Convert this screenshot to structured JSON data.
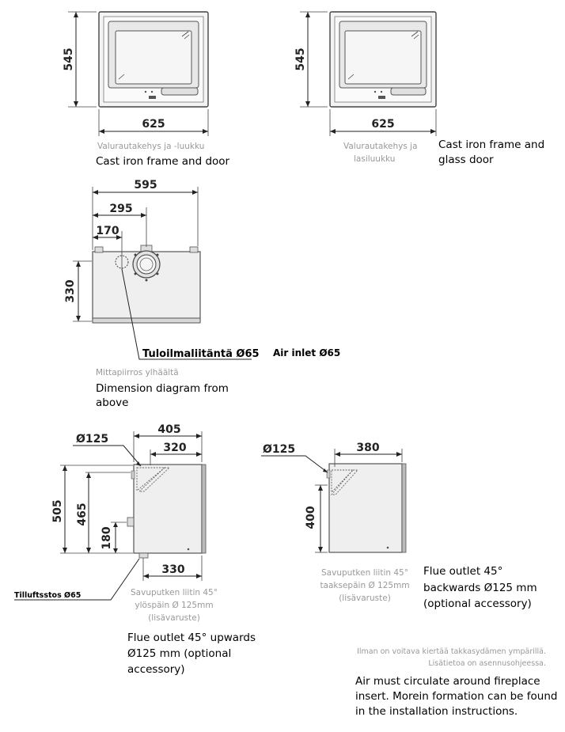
{
  "front_views": [
    {
      "width": "625",
      "height": "545",
      "caption_fi": "Valurautakehys ja -luukku",
      "caption_en": "Cast iron frame and door"
    },
    {
      "width": "625",
      "height": "545",
      "caption_fi_line1": "Valurautakehys ja",
      "caption_fi_line2": "lasiluukku",
      "caption_en_line1": "Cast iron frame and",
      "caption_en_line2": "glass door"
    }
  ],
  "top_view": {
    "dim_total": "595",
    "dim_middle": "295",
    "dim_left": "170",
    "dim_depth": "330",
    "air_inlet_fi": "Tuloilmaliitäntä Ø65",
    "air_inlet_en": "Air inlet Ø65",
    "caption_fi": "Mittapiirros ylhäältä",
    "caption_en_line1": "Dimension diagram from",
    "caption_en_line2": "above"
  },
  "side_view_upwards": {
    "flue_diameter": "Ø125",
    "dim_depth_total": "405",
    "dim_depth_inner": "320",
    "dim_height_total": "505",
    "dim_height_flue": "465",
    "dim_height_inlet": "180",
    "dim_bottom": "330",
    "inlet_label_sv": "Tilluftsstos Ø65",
    "caption_fi_line1": "Savuputken liitin 45°",
    "caption_fi_line2": "ylöspäin Ø 125mm",
    "caption_fi_line3": "(lisävaruste)",
    "caption_en_line1": "Flue outlet 45° upwards",
    "caption_en_line2": "Ø125 mm (optional",
    "caption_en_line3": "accessory)"
  },
  "side_view_backwards": {
    "flue_diameter": "Ø125",
    "dim_depth": "380",
    "dim_height": "400",
    "caption_fi_line1": "Savuputken liitin 45°",
    "caption_fi_line2": "taaksepäin Ø 125mm",
    "caption_fi_line3": "(lisävaruste)",
    "caption_en_line1": "Flue outlet 45°",
    "caption_en_line2": "backwards Ø125 mm",
    "caption_en_line3": "(optional accessory)"
  },
  "note": {
    "fi_line1": "Ilman on voitava kiertää takkasydämen ympärillä.",
    "fi_line2": "Lisätietoa on asennusohjeessa.",
    "en_line1": "Air must circulate around fireplace",
    "en_line2": "insert. Morein formation can be found",
    "en_line3": "in the installation instructions."
  }
}
